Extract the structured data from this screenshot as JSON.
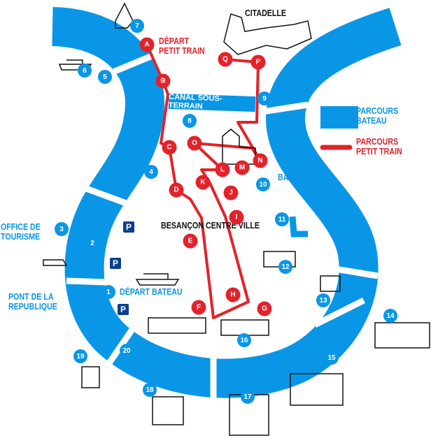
{
  "colors": {
    "boat": "#0a96e6",
    "train": "#e3222b",
    "parking": "#0c3f8c"
  },
  "labels": {
    "citadelle": "CITADELLE",
    "depart_train": [
      "DÉPART",
      "PETIT TRAIN"
    ],
    "canal": "CANAL SOUS-TERRAIN",
    "barrage": "BARRAGE",
    "office": [
      "OFFICE DE",
      "TOURISME"
    ],
    "pont": [
      "PONT DE LA",
      "REPUBLIQUE"
    ],
    "centre": "BESANÇON CENTRE VILLE",
    "depart_bateau": "DÉPART BATEAU",
    "parking": "P"
  },
  "legend": {
    "boat": [
      "PARCOURS",
      "BATEAU"
    ],
    "train": [
      "PARCOURS",
      "PETIT TRAIN"
    ]
  },
  "boat_stops": [
    "1",
    "2",
    "3",
    "4",
    "5",
    "6",
    "7",
    "8",
    "9",
    "10",
    "11",
    "12",
    "13",
    "14",
    "15",
    "16",
    "17",
    "18",
    "19",
    "20"
  ],
  "train_stops": [
    "A",
    "B",
    "C",
    "D",
    "E",
    "F",
    "G",
    "H",
    "I",
    "J",
    "K",
    "L",
    "M",
    "N",
    "O",
    "P",
    "Q"
  ]
}
